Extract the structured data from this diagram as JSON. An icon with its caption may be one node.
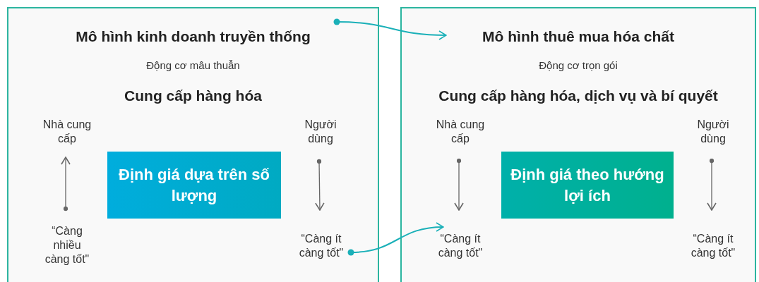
{
  "diagram": {
    "nodes": [
      {
        "text": [
          "Mô hình kinh doanh truyền thống",
          "Động cơ mâu thuẫn",
          "Cung cấp hàng hóa"
        ]
      },
      {
        "text": [
          "Nhà cung cấp"
        ],
        "in": 0
      },
      {
        "text": [
          "Người dùng"
        ],
        "in": 0
      },
      {
        "text": [
          "Định giá dựa trên số lượng"
        ],
        "in": 0
      },
      {
        "text": [
          "“Càng nhiều càng tốt\""
        ],
        "in": 0
      },
      {
        "text": [
          "“Càng ít càng tốt\""
        ],
        "in": 0
      },
      {
        "text": [
          "Mô hình thuê mua hóa chất",
          "Động cơ trọn gói",
          "Cung cấp hàng hóa, dịch vụ và bí quyết"
        ]
      },
      {
        "text": [
          "Nhà cung cấp"
        ],
        "in": 6
      },
      {
        "text": [
          "Người dùng"
        ],
        "in": 6
      },
      {
        "text": [
          "Định giá theo hướng lợi ích"
        ],
        "in": 6
      },
      {
        "text": [
          "“Càng ít càng tốt\""
        ],
        "in": 6
      },
      {
        "text": [
          "“Càng ít càng tốt\""
        ],
        "in": 6
      }
    ],
    "edges": [
      {
        "from": 0,
        "to": 6,
        "arrow": "to",
        "color": "#1ab0b8"
      },
      {
        "from": 4,
        "to": 1,
        "arrow": "to"
      },
      {
        "from": 2,
        "to": 5,
        "arrow": "to"
      },
      {
        "from": 5,
        "to": 10,
        "arrow": "to",
        "color": "#1ab0b8"
      },
      {
        "from": 7,
        "to": 10,
        "arrow": "to"
      },
      {
        "from": 8,
        "to": 11,
        "arrow": "to"
      }
    ]
  }
}
